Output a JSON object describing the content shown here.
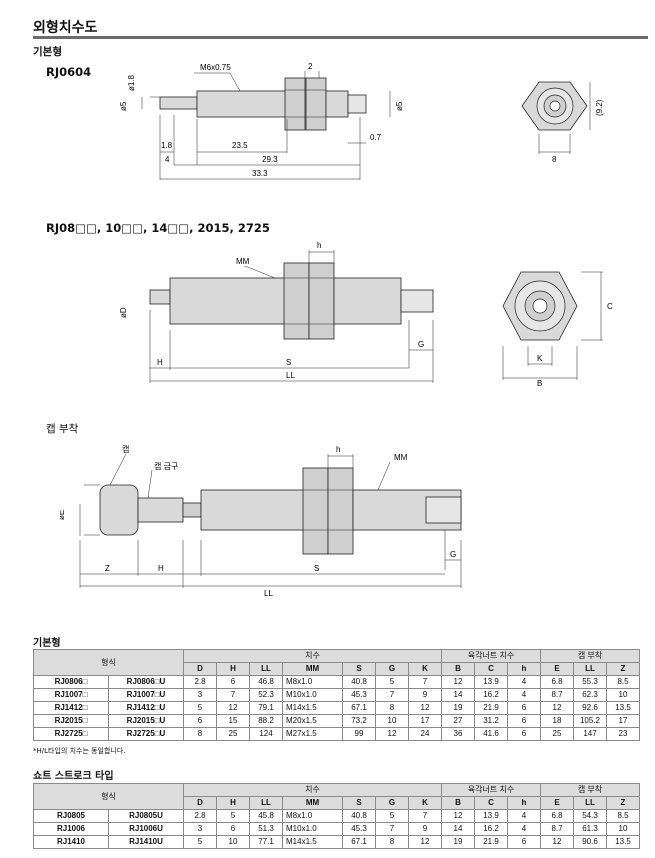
{
  "heading": "외형치수도",
  "basic_label": "기본형",
  "models": {
    "rj0604": "RJ0604",
    "rj08": "RJ08□□, 10□□, 14□□, 2015, 2725"
  },
  "cap_label": "캡 부착",
  "dims_rj0604": {
    "m6": "M6x0.75",
    "d18": "ø1.8",
    "d5": "ø5",
    "d5b": "ø5",
    "w2": "2",
    "l18": "1.8",
    "l4": "4",
    "l235": "23.5",
    "l293": "29.3",
    "l333": "33.3",
    "l07": "0.7",
    "l92": "(9.2)",
    "l8": "8"
  },
  "dims_rj08": {
    "h": "h",
    "mm": "MM",
    "d": "øD",
    "h2": "H",
    "s": "S",
    "g": "G",
    "ll": "LL",
    "c": "C",
    "k": "K",
    "b": "B"
  },
  "dims_cap": {
    "cap": "캡",
    "fit": "캡 금구",
    "h": "h",
    "mm": "MM",
    "e": "øE",
    "z": "Z",
    "h2": "H",
    "s": "S",
    "g": "G",
    "ll": "LL"
  },
  "table1": {
    "title": "기본형",
    "model_header": "형식",
    "group_dims": "치수",
    "group_nut": "육각너트 치수",
    "group_cap": "캡 부착",
    "cols": [
      "D",
      "H",
      "LL",
      "MM",
      "S",
      "G",
      "K",
      "B",
      "C",
      "h",
      "E",
      "LL",
      "Z"
    ],
    "rows": [
      [
        "RJ0806□",
        "RJ0806□U",
        "2.8",
        "6",
        "46.8",
        "M8x1.0",
        "40.8",
        "5",
        "7",
        "12",
        "13.9",
        "4",
        "6.8",
        "55.3",
        "8.5"
      ],
      [
        "RJ1007□",
        "RJ1007□U",
        "3",
        "7",
        "52.3",
        "M10x1.0",
        "45.3",
        "7",
        "9",
        "14",
        "16.2",
        "4",
        "8.7",
        "62.3",
        "10"
      ],
      [
        "RJ1412□",
        "RJ1412□U",
        "5",
        "12",
        "79.1",
        "M14x1.5",
        "67.1",
        "8",
        "12",
        "19",
        "21.9",
        "6",
        "12",
        "92.6",
        "13.5"
      ],
      [
        "RJ2015□",
        "RJ2015□U",
        "6",
        "15",
        "88.2",
        "M20x1.5",
        "73.2",
        "10",
        "17",
        "27",
        "31.2",
        "6",
        "18",
        "105.2",
        "17"
      ],
      [
        "RJ2725□",
        "RJ2725□U",
        "8",
        "25",
        "124",
        "M27x1.5",
        "99",
        "12",
        "24",
        "36",
        "41.6",
        "6",
        "25",
        "147",
        "23"
      ]
    ],
    "note": "*H/L타입의 치수는 동일합니다."
  },
  "table2": {
    "title": "쇼트 스트로크 타입",
    "model_header": "형식",
    "group_dims": "치수",
    "group_nut": "육각너트 치수",
    "group_cap": "캡 부착",
    "cols": [
      "D",
      "H",
      "LL",
      "MM",
      "S",
      "G",
      "K",
      "B",
      "C",
      "h",
      "E",
      "LL",
      "Z"
    ],
    "rows": [
      [
        "RJ0805",
        "RJ0805U",
        "2.8",
        "5",
        "45.8",
        "M8x1.0",
        "40.8",
        "5",
        "7",
        "12",
        "13.9",
        "4",
        "6.8",
        "54.3",
        "8.5"
      ],
      [
        "RJ1006",
        "RJ1006U",
        "3",
        "6",
        "51.3",
        "M10x1.0",
        "45.3",
        "7",
        "9",
        "14",
        "16.2",
        "4",
        "8.7",
        "61.3",
        "10"
      ],
      [
        "RJ1410",
        "RJ1410U",
        "5",
        "10",
        "77.1",
        "M14x1.5",
        "67.1",
        "8",
        "12",
        "19",
        "21.9",
        "6",
        "12",
        "90.6",
        "13.5"
      ]
    ]
  }
}
